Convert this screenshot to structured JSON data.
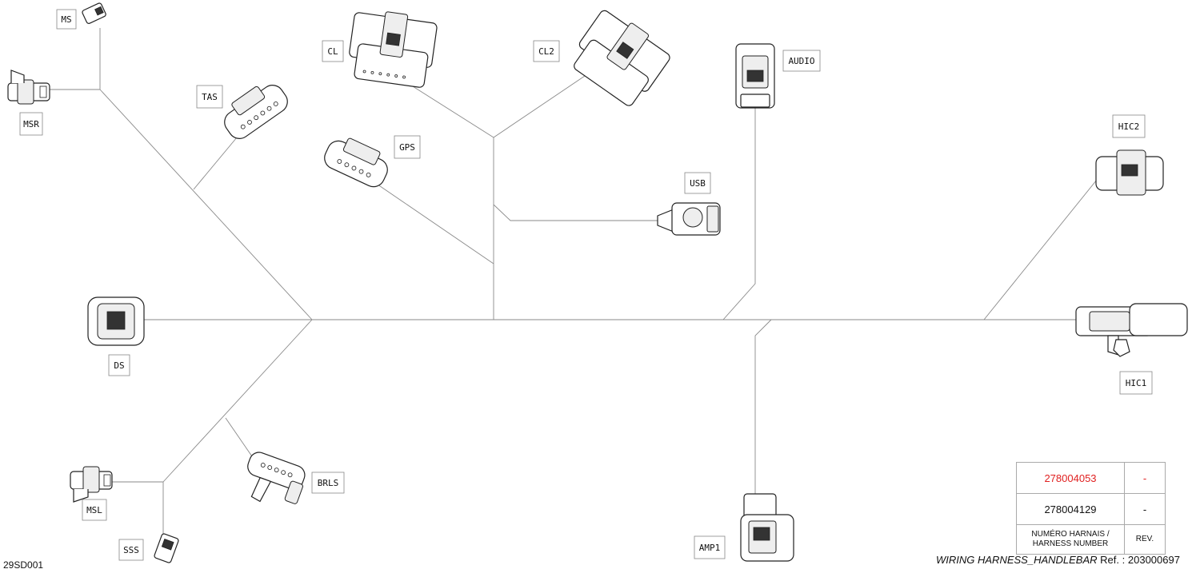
{
  "connectors": {
    "ms": "MS",
    "msr": "MSR",
    "tas": "TAS",
    "cl": "CL",
    "cl2": "CL2",
    "gps": "GPS",
    "usb": "USB",
    "audio": "AUDIO",
    "hic2": "HIC2",
    "hic1": "HIC1",
    "ds": "DS",
    "brls": "BRLS",
    "msl": "MSL",
    "sss": "SSS",
    "amp1": "AMP1"
  },
  "table": {
    "rows": [
      {
        "number": "278004053",
        "rev": "-",
        "highlight": true
      },
      {
        "number": "278004129",
        "rev": "-",
        "highlight": false
      }
    ],
    "header_number": "NUMÉRO HARNAIS / HARNESS NUMBER",
    "header_rev": "REV."
  },
  "footer": {
    "title": "WIRING HARNESS_HANDLEBAR",
    "ref_label": "Ref. :",
    "ref_value": "203000697",
    "drawing_code": "29SD001"
  },
  "colors": {
    "highlight": "#e02020",
    "wire": "#8a8a8a"
  }
}
